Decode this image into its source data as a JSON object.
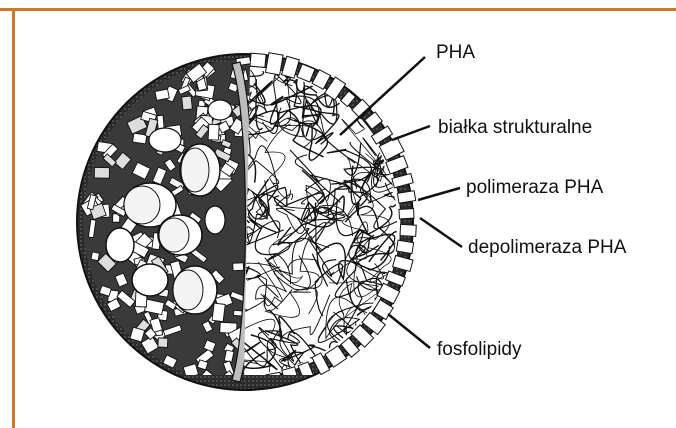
{
  "colors": {
    "frame": "#cc7a2a",
    "ink": "#111111",
    "membrane": "#bdbdbd"
  },
  "labels": {
    "pha": "PHA",
    "structural_proteins": "białka strukturalne",
    "pha_polymerase": "polimeraza PHA",
    "pha_depolymerase": "depolimeraza PHA",
    "phospholipids": "fosfolipidy"
  }
}
